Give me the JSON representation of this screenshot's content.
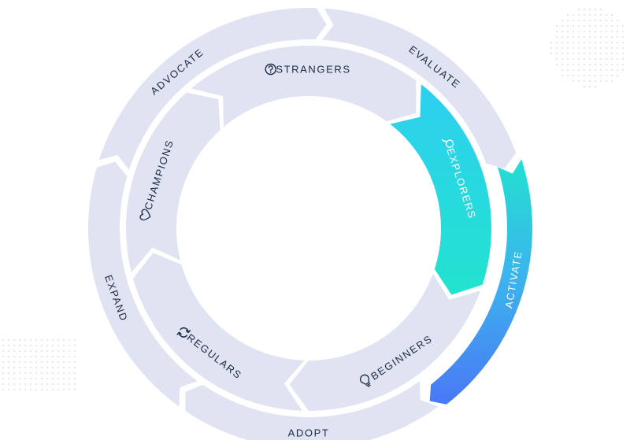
{
  "stages": [
    {
      "key": "strangers",
      "label": "STRANGERS",
      "icon": "question-circle-icon",
      "highlighted": false
    },
    {
      "key": "explorers",
      "label": "EXPLORERS",
      "icon": "search-icon",
      "highlighted": true
    },
    {
      "key": "beginners",
      "label": "BEGINNERS",
      "icon": "lightbulb-icon",
      "highlighted": false
    },
    {
      "key": "regulars",
      "label": "REGULARS",
      "icon": "refresh-icon",
      "highlighted": false
    },
    {
      "key": "champions",
      "label": "CHAMPIONS",
      "icon": "heart-icon",
      "highlighted": false
    }
  ],
  "phases": [
    {
      "key": "evaluate",
      "label": "EVALUATE",
      "highlighted": false
    },
    {
      "key": "activate",
      "label": "ACTIVATE",
      "highlighted": true
    },
    {
      "key": "adopt",
      "label": "ADOPT",
      "highlighted": false
    },
    {
      "key": "expand",
      "label": "EXPAND",
      "highlighted": false
    },
    {
      "key": "advocate",
      "label": "ADVOCATE",
      "highlighted": false
    }
  ],
  "colors": {
    "segment": "#dfe3f2",
    "text": "#1f2a44",
    "text_on_highlight": "#ffffff",
    "inner_highlight_start": "#2ecff0",
    "inner_highlight_end": "#22e3cf",
    "outer_highlight_start": "#23e0d1",
    "outer_highlight_mid": "#3cb2ee",
    "outer_highlight_end": "#4a78f5",
    "dots": "#cfd4e4"
  }
}
